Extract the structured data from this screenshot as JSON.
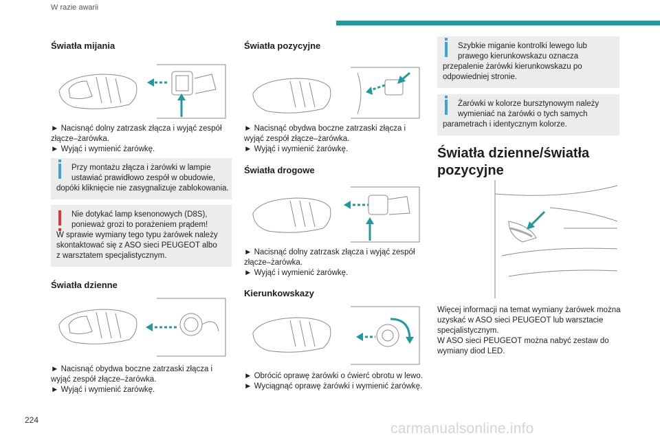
{
  "header": {
    "section": "W razie awarii"
  },
  "page_number": "224",
  "watermark": "carmanualsonline.info",
  "col1": {
    "s1_title": "Światła mijania",
    "s1_steps": [
      "► Nacisnąć dolny zatrzask złącza i wyjąć zespół",
      "złącze–żarówka.",
      "► Wyjąć i wymienić żarówkę."
    ],
    "info_lines": [
      "Przy montażu złącza i żarówki w lampie",
      "ustawiać prawidłowo zespół w obudowie,",
      "dopóki kliknięcie nie zasygnalizuje zablokowania."
    ],
    "warn_lines": [
      "Nie dotykać lamp ksenonowych (D8S),",
      "ponieważ grozi to porażeniem prądem!",
      "W sprawie wymiany tego typu żarówek należy",
      "skontaktować się z ASO sieci PEUGEOT albo",
      "z warsztatem specjalistycznym."
    ],
    "s2_title": "Światła dzienne",
    "s2_steps": [
      "► Nacisnąć obydwa boczne zatrzaski złącza i",
      "wyjąć zespół złącze–żarówka.",
      "► Wyjąć i wymienić żarówkę."
    ]
  },
  "col2": {
    "s1_title": "Światła pozycyjne",
    "s1_steps": [
      "► Nacisnąć obydwa boczne zatrzaski złącza i",
      "wyjąć zespół złącze–żarówka.",
      "► Wyjąć i wymienić żarówkę."
    ],
    "s2_title": "Światła drogowe",
    "s2_steps": [
      "► Nacisnąć dolny zatrzask złącza i wyjąć zespół",
      "złącze–żarówka.",
      "► Wyjąć i wymienić żarówkę."
    ],
    "s3_title": "Kierunkowskazy",
    "s3_steps": [
      "► Obrócić oprawę żarówki o ćwierć obrotu w lewo.",
      "► Wyciągnąć oprawę żarówki i wymienić żarówkę."
    ]
  },
  "col3": {
    "info1_lines": [
      "Szybkie miganie kontrolki lewego lub",
      "prawego kierunkowskazu oznacza",
      "przepalenie żarówki kierunkowskazu po",
      "odpowiedniej stronie."
    ],
    "info2_lines": [
      "Żarówki w kolorze bursztynowym należy",
      "wymieniać na żarówki o tych samych",
      "parametrach i identycznym kolorze."
    ],
    "big_title_lines": [
      "Światła dzienne/światła",
      "pozycyjne"
    ],
    "para_lines": [
      "Więcej informacji na temat wymiany żarówek można",
      "uzyskać w ASO sieci PEUGEOT lub warsztacie",
      "specjalistycznym.",
      "W ASO sieci PEUGEOT można nabyć zestaw do",
      "wymiany diod LED."
    ]
  },
  "colors": {
    "accent": "#1e9aa0",
    "info": "#3aa3d8",
    "warning": "#e0343a",
    "box_bg": "#ececec"
  }
}
